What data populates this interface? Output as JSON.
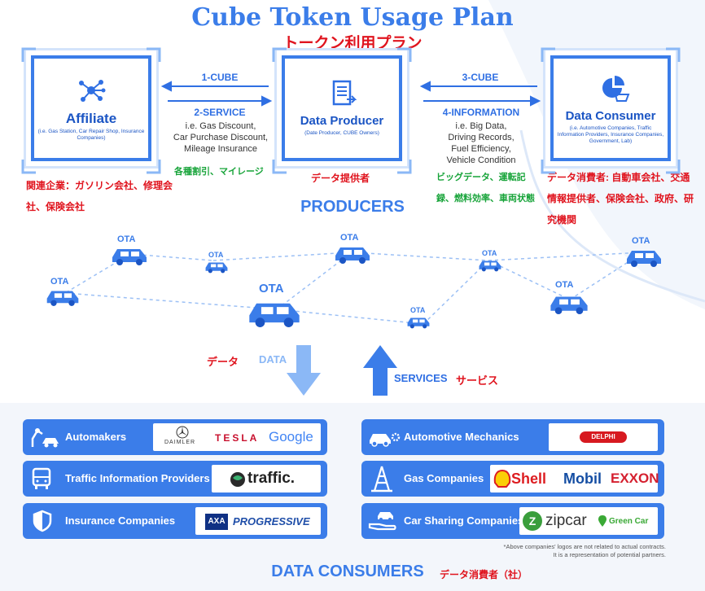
{
  "title": "Cube Token Usage Plan",
  "subtitle_jp": "トークン利用プラン",
  "affiliate": {
    "label": "Affiliate",
    "sub": "(i.e. Gas Station, Car Repair Shop, Insurance Companies)",
    "jp": "関連企業：ガソリン会社、修理会社、保険会社"
  },
  "producer": {
    "label": "Data Producer",
    "sub": "(Date Producer, CUBE Owners)",
    "jp": "データ提供者"
  },
  "consumer": {
    "label": "Data Consumer",
    "sub": "(i.e. Automotive Companies, Traffic Information Providers, Insurance Companies, Government, Lab)",
    "jp": "データ消費者: 自動車会社、交通情報提供者、保険会社、政府、研究機関"
  },
  "arrows": {
    "a1": "1-CUBE",
    "a2": "2-SERVICE",
    "a2_sub": [
      "i.e. Gas Discount,",
      "Car Purchase Discount,",
      "Mileage Insurance"
    ],
    "a2_jp": "各種割引、マイレージ",
    "a3": "3-CUBE",
    "a4": "4-INFORMATION",
    "a4_sub": [
      "i.e. Big Data,",
      "Driving Records,",
      "Fuel Efficiency,",
      "Vehicle Condition"
    ],
    "a4_jp": "ビッグデータ、運転記録、燃料効率、車両状態"
  },
  "producers_heading": "PRODUCERS",
  "ota_label": "OTA",
  "flow": {
    "data_label": "DATA",
    "data_jp": "データ",
    "services_label": "SERVICES",
    "services_jp": "サービス"
  },
  "consumers_left": [
    {
      "label": "Automakers",
      "icon": "robot-arm-car-icon",
      "logos": [
        "DAIMLER",
        "TESLA",
        "Google"
      ]
    },
    {
      "label": "Traffic Information Providers",
      "icon": "bus-icon",
      "logos": [
        "traffic."
      ]
    },
    {
      "label": "Insurance Companies",
      "icon": "shield-icon",
      "logos": [
        "AXA",
        "PROGRESSIVE"
      ]
    }
  ],
  "consumers_right": [
    {
      "label": "Automotive Mechanics",
      "icon": "car-gear-icon",
      "logos": [
        "DELPHI"
      ]
    },
    {
      "label": "Gas Companies",
      "icon": "oil-rig-icon",
      "logos": [
        "Shell",
        "Mobil",
        "EXXON"
      ]
    },
    {
      "label": "Car Sharing Companies",
      "icon": "hand-car-icon",
      "logos": [
        "zipcar",
        "Green Car"
      ]
    }
  ],
  "note": [
    "*Above companies' logos are not related to actual contracts.",
    "It is a representation of potential partners."
  ],
  "consumers_heading": "DATA CONSUMERS",
  "consumers_heading_jp": "データ消費者（社）",
  "colors": {
    "primary": "#3b7de9",
    "dark": "#1b55c4",
    "red": "#e0141e",
    "green": "#18a43a"
  }
}
